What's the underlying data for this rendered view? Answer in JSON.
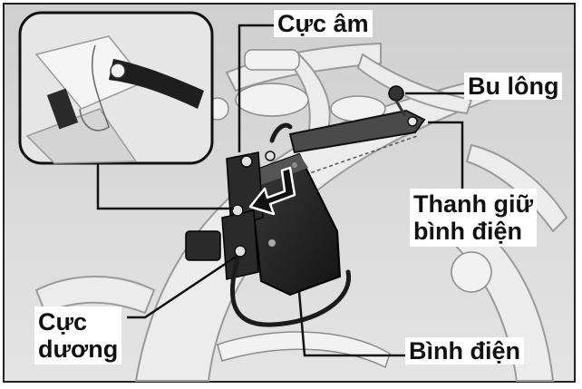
{
  "labels": {
    "negative_terminal": "Cực âm",
    "bolt": "Bu lông",
    "hold_bar_line1": "Thanh giữ",
    "hold_bar_line2": "bình điện",
    "positive_line1": "Cực",
    "positive_line2": "dương",
    "battery": "Bình điện"
  },
  "colors": {
    "callout_text": "#111111",
    "frame_border": "#222222",
    "battery_body": "#1f1f1f"
  }
}
